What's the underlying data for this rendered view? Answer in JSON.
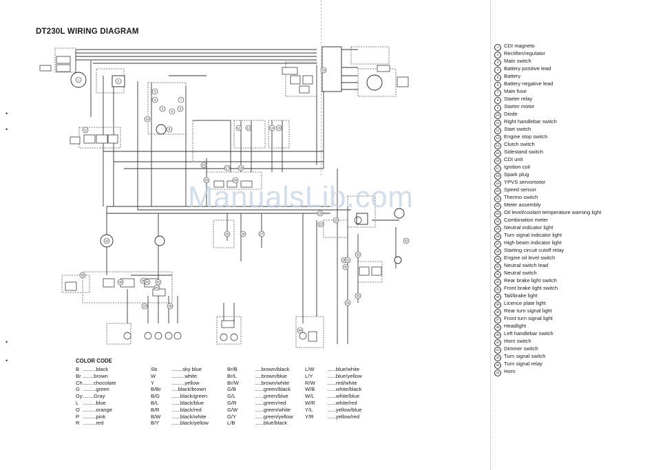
{
  "title": "DT230L WIRING DIAGRAM",
  "watermark": "ManualsLib.com",
  "legend": [
    {
      "num": "1",
      "label": "CDI magneto"
    },
    {
      "num": "2",
      "label": "Rectifier/regulator"
    },
    {
      "num": "3",
      "label": "Main switch"
    },
    {
      "num": "4",
      "label": "Battery positive lead"
    },
    {
      "num": "5",
      "label": "Battery"
    },
    {
      "num": "6",
      "label": "Battery negative lead"
    },
    {
      "num": "7",
      "label": "Main fuse"
    },
    {
      "num": "8",
      "label": "Starter relay"
    },
    {
      "num": "9",
      "label": "Starter motor"
    },
    {
      "num": "10",
      "label": "Diode"
    },
    {
      "num": "11",
      "label": "Right handlebar switch"
    },
    {
      "num": "12",
      "label": "Start switch"
    },
    {
      "num": "13",
      "label": "Engine stop switch"
    },
    {
      "num": "14",
      "label": "Clutch switch"
    },
    {
      "num": "15",
      "label": "Sidestand switch"
    },
    {
      "num": "16",
      "label": "CDI unit"
    },
    {
      "num": "17",
      "label": "Ignition coil"
    },
    {
      "num": "18",
      "label": "Spark plug"
    },
    {
      "num": "19",
      "label": "YPVS servomotor"
    },
    {
      "num": "20",
      "label": "Speed sensor"
    },
    {
      "num": "21",
      "label": "Thermo switch"
    },
    {
      "num": "22",
      "label": "Meter assembly"
    },
    {
      "num": "23",
      "label": "Oil level/coolant temperature warning light"
    },
    {
      "num": "24",
      "label": "Combination meter"
    },
    {
      "num": "25",
      "label": "Neutral indicator light"
    },
    {
      "num": "26",
      "label": "Turn signal indicator light"
    },
    {
      "num": "27",
      "label": "High beam indicator light"
    },
    {
      "num": "28",
      "label": "Starting circuit cutoff relay"
    },
    {
      "num": "29",
      "label": "Engine oil level switch"
    },
    {
      "num": "30",
      "label": "Neutral switch lead"
    },
    {
      "num": "31",
      "label": "Neutral switch"
    },
    {
      "num": "32",
      "label": "Rear brake light switch"
    },
    {
      "num": "33",
      "label": "Front brake light switch"
    },
    {
      "num": "34",
      "label": "Tail/brake light"
    },
    {
      "num": "35",
      "label": "Licence plate light"
    },
    {
      "num": "36",
      "label": "Rear turn signal light"
    },
    {
      "num": "37",
      "label": "Front turn signal light"
    },
    {
      "num": "38",
      "label": "Headlight"
    },
    {
      "num": "39",
      "label": "Left handlebar switch"
    },
    {
      "num": "40",
      "label": "Horn switch"
    },
    {
      "num": "41",
      "label": "Dimmer switch"
    },
    {
      "num": "42",
      "label": "Turn signal switch"
    },
    {
      "num": "43",
      "label": "Turn signal relay"
    },
    {
      "num": "44",
      "label": "Horn"
    }
  ],
  "color_code": {
    "title": "COLOR CODE",
    "columns": [
      [
        {
          "code": "B",
          "name": "black"
        },
        {
          "code": "Br",
          "name": "brown"
        },
        {
          "code": "Ch",
          "name": "chocolate"
        },
        {
          "code": "G",
          "name": "green"
        },
        {
          "code": "Gy",
          "name": "Gray"
        },
        {
          "code": "L",
          "name": "blue"
        },
        {
          "code": "O",
          "name": "orange"
        },
        {
          "code": "P",
          "name": "pink"
        },
        {
          "code": "R",
          "name": "red"
        }
      ],
      [
        {
          "code": "Sb",
          "name": "sky blue"
        },
        {
          "code": "W",
          "name": "white"
        },
        {
          "code": "Y",
          "name": "yellow"
        },
        {
          "code": "B/Br",
          "name": "black/brown"
        },
        {
          "code": "B/G",
          "name": "black/green"
        },
        {
          "code": "B/L",
          "name": "black/blue"
        },
        {
          "code": "B/R",
          "name": "black/red"
        },
        {
          "code": "B/W",
          "name": "black/white"
        },
        {
          "code": "B/Y",
          "name": "black/yellow"
        }
      ],
      [
        {
          "code": "Br/B",
          "name": "brown/black"
        },
        {
          "code": "Br/L",
          "name": "brown/blue"
        },
        {
          "code": "Br/W",
          "name": "brown/white"
        },
        {
          "code": "G/B",
          "name": "green/black"
        },
        {
          "code": "G/L",
          "name": "green/blue"
        },
        {
          "code": "G/R",
          "name": "green/red"
        },
        {
          "code": "G/W",
          "name": "green/white"
        },
        {
          "code": "G/Y",
          "name": "green/yellow"
        },
        {
          "code": "L/B",
          "name": "blue/black"
        }
      ],
      [
        {
          "code": "L/W",
          "name": "blue/white"
        },
        {
          "code": "L/Y",
          "name": "blue/yellow"
        },
        {
          "code": "R/W",
          "name": "red/white"
        },
        {
          "code": "W/B",
          "name": "white/black"
        },
        {
          "code": "W/L",
          "name": "white/blue"
        },
        {
          "code": "W/R",
          "name": "white/red"
        },
        {
          "code": "Y/L",
          "name": "yellow/blue"
        },
        {
          "code": "Y/R",
          "name": "yellow/red"
        }
      ]
    ]
  },
  "component_callouts": [
    "1",
    "2",
    "3",
    "4",
    "5",
    "6",
    "7",
    "8",
    "9",
    "10",
    "11",
    "12",
    "13",
    "14",
    "15",
    "16",
    "17",
    "18",
    "19",
    "20",
    "21",
    "22",
    "23",
    "24",
    "25",
    "26",
    "27",
    "28",
    "29",
    "30",
    "31",
    "32",
    "33",
    "34",
    "35",
    "36",
    "37",
    "38",
    "39",
    "40",
    "41",
    "42",
    "43",
    "44"
  ],
  "colors": {
    "ink": "#1a1a1a",
    "wire": "#333333",
    "watermark": "#c3d4e6"
  }
}
